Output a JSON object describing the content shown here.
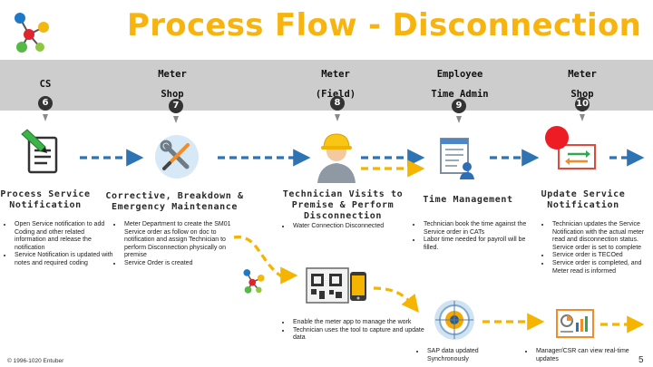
{
  "title": "Process Flow - Disconnection",
  "steps": [
    {
      "role": [
        "CS"
      ],
      "number": "6",
      "title": [
        "Process Service",
        "Notification"
      ],
      "bullets": [
        "Open Service notification to add Coding and other related information and release the notification",
        "Service Notification is updated with notes and required coding"
      ]
    },
    {
      "role": [
        "Meter",
        "Shop"
      ],
      "number": "7",
      "title": [
        "Corrective, Breakdown &",
        "Emergency Maintenance"
      ],
      "bullets": [
        "Meter Department to create the SM01 Service order as follow on doc to notification and assign Technician to perform Disconnection physically on premise",
        "Service Order is created"
      ]
    },
    {
      "role": [
        "Meter",
        "(Field)"
      ],
      "number": "8",
      "title": [
        "Technician Visits to",
        "Premise & Perform",
        "Disconnection"
      ],
      "bullets": [
        "Water Connection Disconnected"
      ]
    },
    {
      "role": [
        "Employee",
        "Time Admin"
      ],
      "number": "9",
      "title": [
        "Time Management"
      ],
      "bullets": [
        "Technician book the time against the Service order in CATs",
        "Labor time needed for payroll will be filled."
      ]
    },
    {
      "role": [
        "Meter",
        "Shop"
      ],
      "number": "10",
      "title": [
        "Update Service",
        "Notification"
      ],
      "bullets": [
        "Technician updates the Service Notification with the actual meter read and disconnection status. Service order is set to complete",
        "Service order is TECOed",
        "Service order is completed, and Meter read is informed"
      ]
    }
  ],
  "mobile": {
    "bullets": [
      "Enable the meter app to manage the work",
      "Technician uses the tool to capture and update data"
    ]
  },
  "sap": {
    "bullets": [
      "SAP data updated Synchronously"
    ]
  },
  "report": {
    "bullets": [
      "Manager/CSR can view real-time updates"
    ]
  },
  "footer": {
    "copyright": "© 1996-1020 Entuber",
    "page_number": "5"
  },
  "colors": {
    "title": "#f7b40e",
    "band": "#cdcdcd",
    "blue_arrow": "#2e74b5",
    "gold_arrow": "#f5b400"
  },
  "icons": [
    "molecule-logo-icon",
    "document-pencil-icon",
    "wrench-screwdriver-icon",
    "technician-hardhat-icon",
    "timesheet-user-icon",
    "status-light-arrows-icon",
    "molecule-small-icon",
    "qr-scanner-phone-icon",
    "sap-target-icon",
    "dashboard-chart-icon"
  ]
}
